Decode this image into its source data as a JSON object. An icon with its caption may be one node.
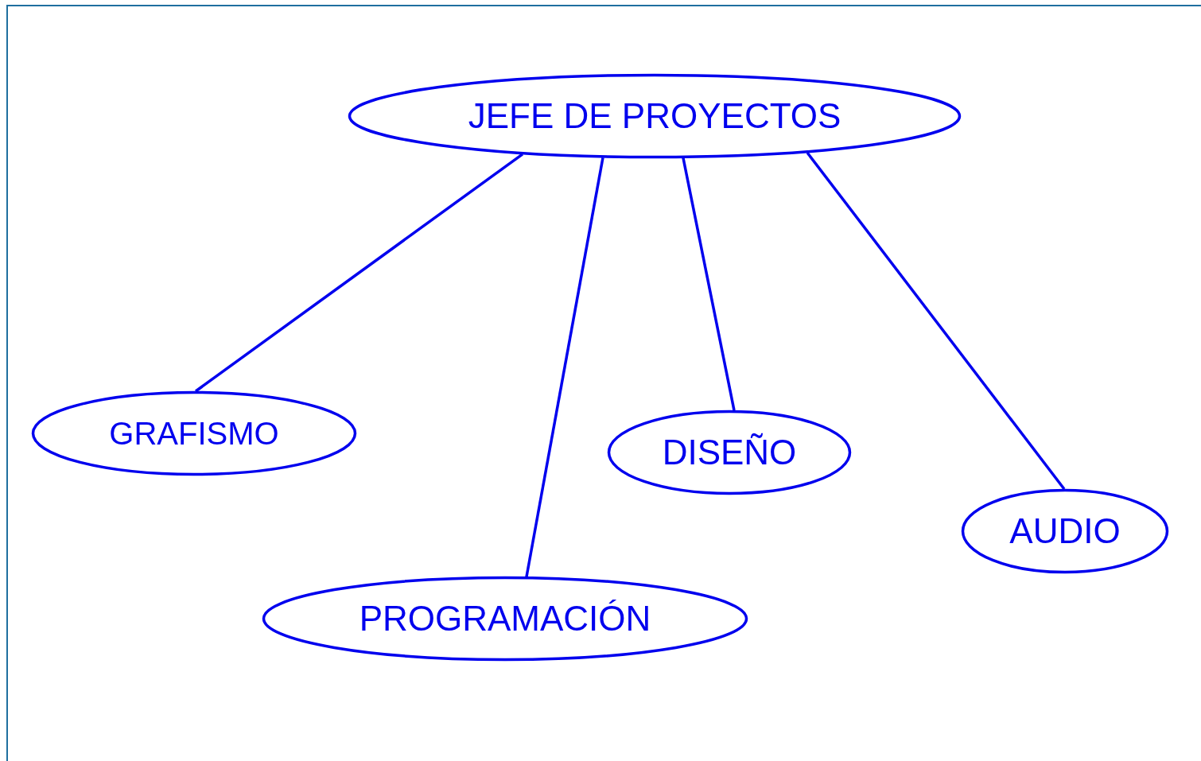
{
  "diagram": {
    "nodes": [
      {
        "text": [
          "JEFE DE PROYECTOS"
        ]
      },
      {
        "text": [
          "GRAFISMO"
        ]
      },
      {
        "text": [
          "PROGRAMACIÓN"
        ]
      },
      {
        "text": [
          "DISEÑO"
        ]
      },
      {
        "text": [
          "AUDIO"
        ]
      }
    ],
    "edges": [
      {
        "from": 0,
        "to": 1,
        "arrow": "none"
      },
      {
        "from": 0,
        "to": 2,
        "arrow": "none"
      },
      {
        "from": 0,
        "to": 3,
        "arrow": "none"
      },
      {
        "from": 0,
        "to": 4,
        "arrow": "none"
      }
    ]
  }
}
